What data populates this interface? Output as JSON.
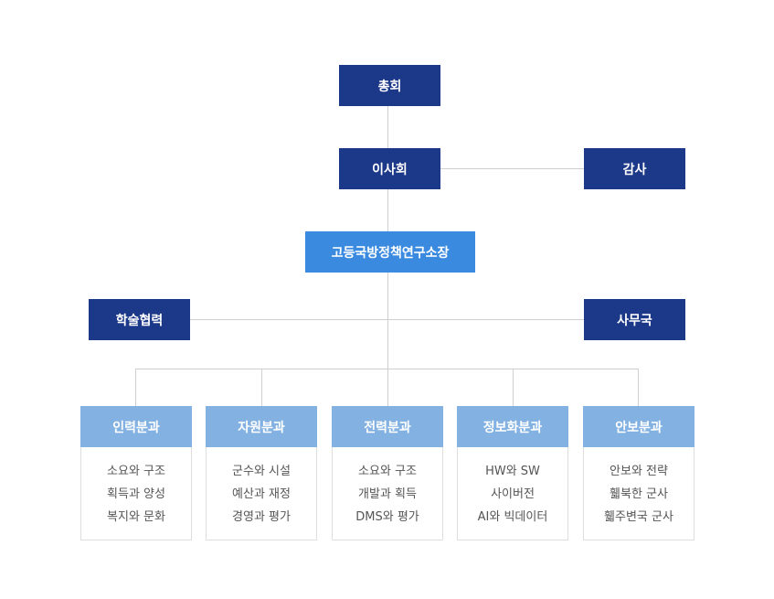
{
  "org": {
    "general_assembly": "총회",
    "board": "이사회",
    "auditor": "감사",
    "director": "고등국방정책연구소장",
    "academic": "학술협력",
    "secretariat": "사무국",
    "divisions": [
      {
        "name": "인력분과",
        "items": [
          "소요와 구조",
          "획득과 양성",
          "복지와 문화"
        ]
      },
      {
        "name": "자원분과",
        "items": [
          "군수와 시설",
          "예산과 재정",
          "경영과 평가"
        ]
      },
      {
        "name": "전력분과",
        "items": [
          "소요와 구조",
          "개발과 획득",
          "DMS와 평가"
        ]
      },
      {
        "name": "정보화분과",
        "items": [
          "HW와 SW",
          "사이버전",
          "AI와 빅데이터"
        ]
      },
      {
        "name": "안보분과",
        "items": [
          "안보와 전략",
          "휇북한 군사",
          "휇주변국 군사"
        ]
      }
    ]
  },
  "colors": {
    "navy": "#1c3888",
    "blue": "#3a8be0",
    "light_blue": "#82b1e2",
    "connector": "#cccccc"
  }
}
